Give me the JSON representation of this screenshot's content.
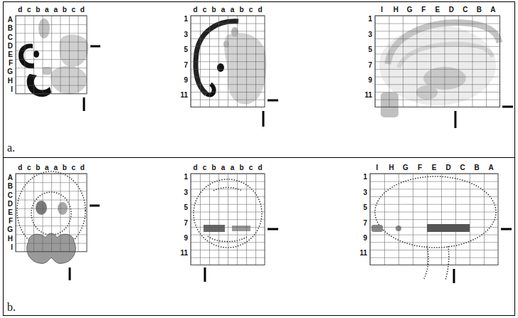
{
  "diagram": {
    "labels": [
      "d",
      "c",
      "b",
      "a",
      "a",
      "b",
      "c",
      "d",
      "d",
      "c",
      "b",
      "a",
      "a",
      "b",
      "c",
      "d",
      "I",
      "H",
      "G",
      "F",
      "E",
      "D",
      "C",
      "B",
      "A",
      "A",
      "B",
      "C",
      "D",
      "E",
      "F",
      "G",
      "H",
      "I",
      "1",
      "3",
      "5",
      "7",
      "9",
      "11",
      "1",
      "3",
      "5",
      "7",
      "9",
      "11",
      "a.",
      "d",
      "c",
      "b",
      "a",
      "a",
      "b",
      "c",
      "d",
      "d",
      "c",
      "b",
      "a",
      "a",
      "b",
      "c",
      "d",
      "I",
      "H",
      "G",
      "F",
      "E",
      "D",
      "C",
      "B",
      "A",
      "A",
      "B",
      "C",
      "D",
      "E",
      "F",
      "G",
      "H",
      "I",
      "1",
      "3",
      "5",
      "7",
      "9",
      "11",
      "1",
      "3",
      "5",
      "7",
      "9",
      "11",
      "b."
    ]
  }
}
